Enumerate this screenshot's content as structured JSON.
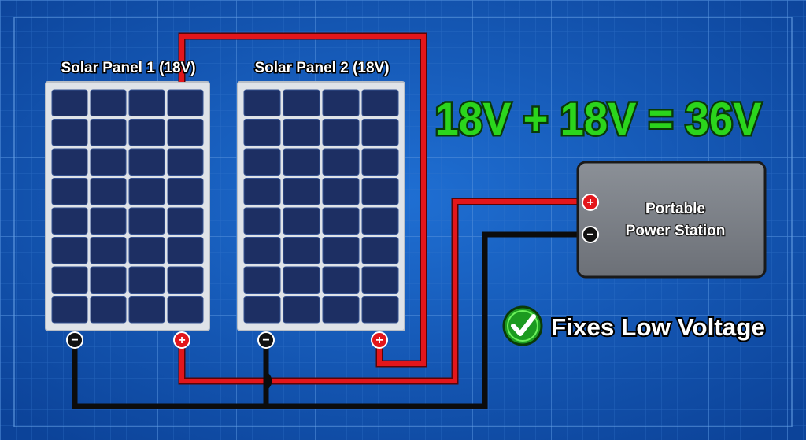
{
  "panels": [
    {
      "label": "Solar Panel 1 (18V)",
      "neg_symbol": "−",
      "pos_symbol": "+"
    },
    {
      "label": "Solar Panel 2 (18V)",
      "neg_symbol": "−",
      "pos_symbol": "+"
    }
  ],
  "equation": "18V + 18V = 36V",
  "power_station": {
    "line1": "Portable",
    "line2": "Power Station",
    "pos_symbol": "+",
    "neg_symbol": "−"
  },
  "badge": {
    "icon": "checkmark-icon",
    "text": "Fixes Low Voltage"
  },
  "colors": {
    "background": "#1259b8",
    "grid_line": "#3d82d6",
    "panel_frame": "#dfe3e8",
    "cell": "#1d2f63",
    "cell_highlight": "#34508f",
    "positive_wire": "#e3161b",
    "negative_wire": "#0c0c0c",
    "equation_green": "#2bd51c",
    "station_body": "#7b7f86",
    "station_border": "#1a1a1a"
  }
}
